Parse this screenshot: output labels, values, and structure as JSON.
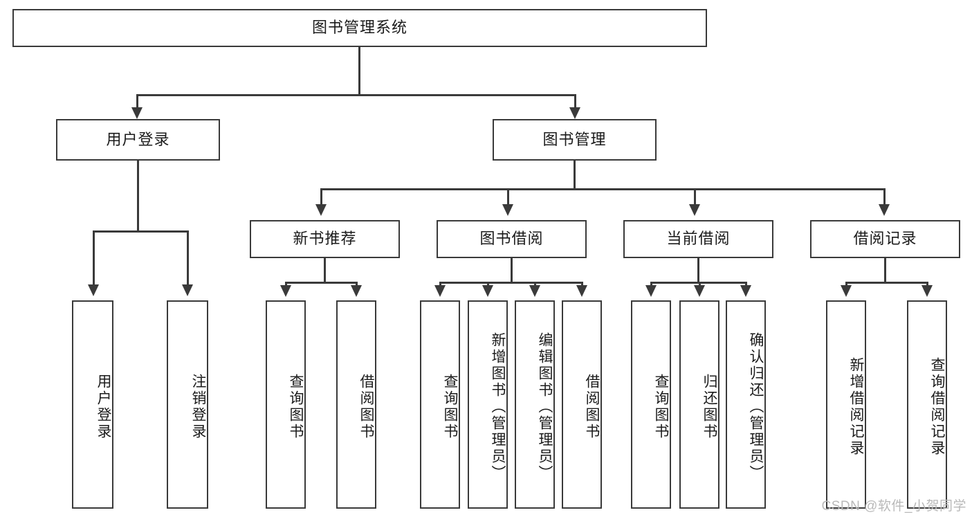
{
  "diagram": {
    "title_box": {
      "label": "图书管理系统"
    },
    "level1": [
      {
        "key": "user_login",
        "label": "用户登录"
      },
      {
        "key": "book_management",
        "label": "图书管理"
      }
    ],
    "level2": [
      {
        "key": "new_book_recommend",
        "label": "新书推荐"
      },
      {
        "key": "book_borrow",
        "label": "图书借阅"
      },
      {
        "key": "current_borrow",
        "label": "当前借阅"
      },
      {
        "key": "borrow_record",
        "label": "借阅记录"
      }
    ],
    "leaves": {
      "user_login": [
        {
          "key": "leaf-user-login",
          "label": "用户登录"
        },
        {
          "key": "leaf-logout-login",
          "label": "注销登录"
        }
      ],
      "new_book_recommend": [
        {
          "key": "leaf-query-book-1",
          "label": "查询图书"
        },
        {
          "key": "leaf-borrow-book-1",
          "label": "借阅图书"
        }
      ],
      "book_borrow": [
        {
          "key": "leaf-query-book-2",
          "label": "查询图书"
        },
        {
          "key": "leaf-add-book",
          "label": "新增图书（管理员）"
        },
        {
          "key": "leaf-edit-book",
          "label": "编辑图书（管理员）"
        },
        {
          "key": "leaf-borrow-book-2",
          "label": "借阅图书"
        }
      ],
      "current_borrow": [
        {
          "key": "leaf-query-book-3",
          "label": "查询图书"
        },
        {
          "key": "leaf-return-book",
          "label": "归还图书"
        },
        {
          "key": "leaf-confirm-return",
          "label": "确认归还（管理员）"
        }
      ],
      "borrow_record": [
        {
          "key": "leaf-add-record",
          "label": "新增借阅记录"
        },
        {
          "key": "leaf-query-record",
          "label": "查询借阅记录"
        }
      ]
    }
  },
  "watermark": {
    "text": "CSDN @软件_小贺同学"
  },
  "colors": {
    "stroke": "#3a3a3a",
    "text": "#1b1b1b",
    "background": "#ffffff",
    "watermark": "#b9b9b9"
  }
}
